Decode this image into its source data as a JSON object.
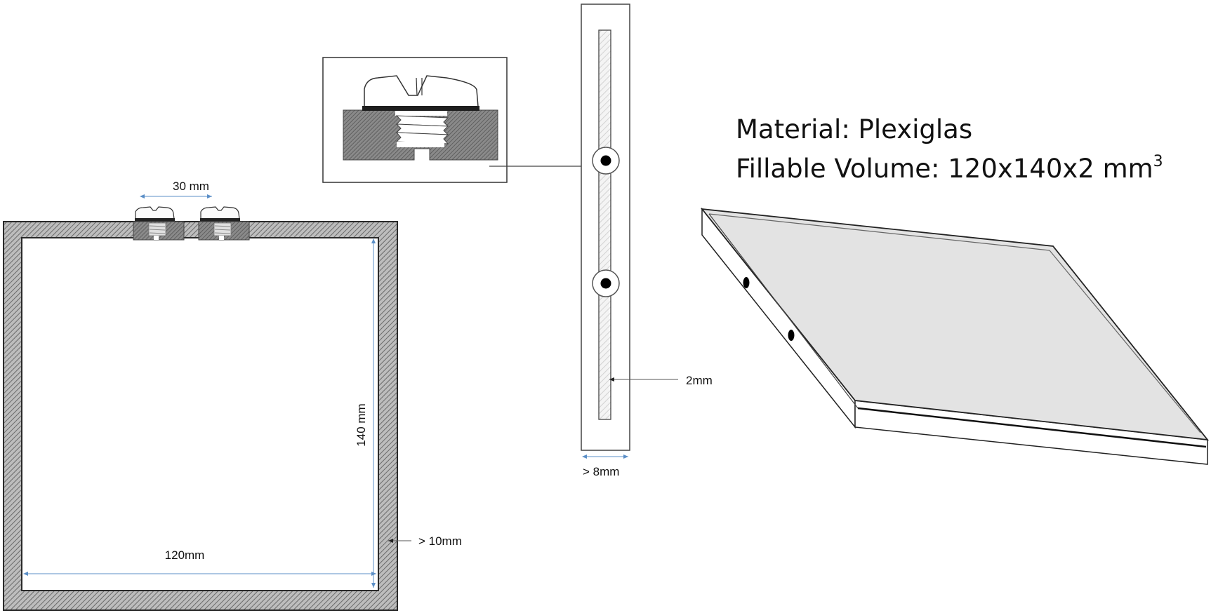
{
  "front_view": {
    "screw_spacing_label": "30 mm",
    "width_label": "120mm",
    "height_label": "140 mm",
    "wall_thickness_label": "> 10mm"
  },
  "side_view": {
    "gap_label": "2mm",
    "thickness_label": "> 8mm"
  },
  "detail_view": {
    "subject": "screw-seal-detail"
  },
  "spec": {
    "material_line": "Material: Plexiglas",
    "volume_line_prefix": "Fillable Volume: 120x140x2 mm",
    "volume_line_superscript": "3"
  },
  "colors": {
    "frame_fill": "#8e8e8e",
    "dimension_arrow": "#5b8fc7",
    "plate_top": "#e3e3e3",
    "outline": "#2a2a2a"
  }
}
